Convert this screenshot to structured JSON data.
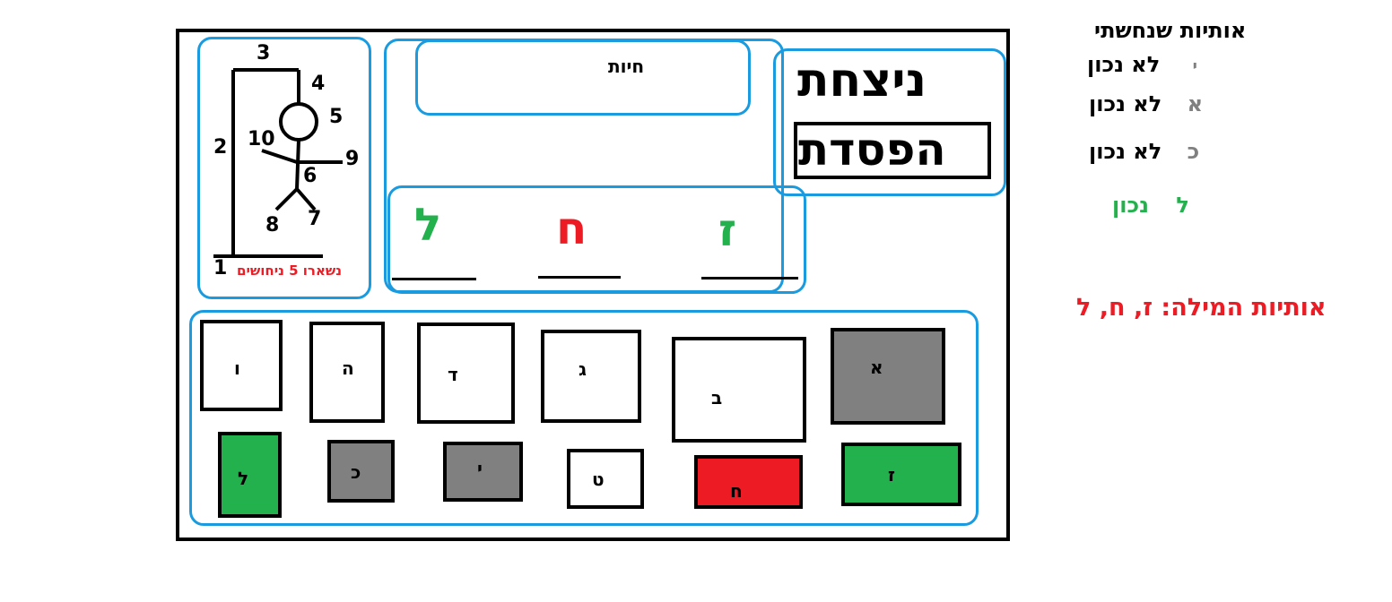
{
  "status": {
    "win": "ניצחת",
    "lose": "הפסדת"
  },
  "lives": {
    "label": "חיות"
  },
  "hangman": {
    "remaining": "נשארו 5 ניחושים",
    "labels": [
      "1",
      "2",
      "3",
      "4",
      "5",
      "6",
      "7",
      "8",
      "9",
      "10"
    ]
  },
  "word": {
    "letters": [
      {
        "char": "ל",
        "color": "#22b14c"
      },
      {
        "char": "ח",
        "color": "#ed1c24"
      },
      {
        "char": "ז",
        "color": "#22b14c"
      }
    ]
  },
  "keyboard": {
    "row1": [
      "ו",
      "ה",
      "ד",
      "ג",
      "ב",
      "א"
    ],
    "row2": [
      "ל",
      "כ",
      "י",
      "ט",
      "ח",
      "ז"
    ],
    "states": {
      "א": "wrong",
      "כ": "wrong",
      "י": "wrong",
      "ל": "correct",
      "ז": "correct",
      "ח": "lost"
    }
  },
  "guessed": {
    "title": "אותיות שנחשתי",
    "items": [
      {
        "letter": "י",
        "result": "לא נכון"
      },
      {
        "letter": "א",
        "result": "לא נכון"
      },
      {
        "letter": "כ",
        "result": "לא נכון"
      },
      {
        "letter": "ל",
        "result": "נכון"
      }
    ]
  },
  "word_letters_line": "אותיות המילה: ז, ח, ל",
  "colors": {
    "blue": "#1a9be0",
    "red": "#ed1c24",
    "green": "#22b14c",
    "gray": "#808080"
  }
}
